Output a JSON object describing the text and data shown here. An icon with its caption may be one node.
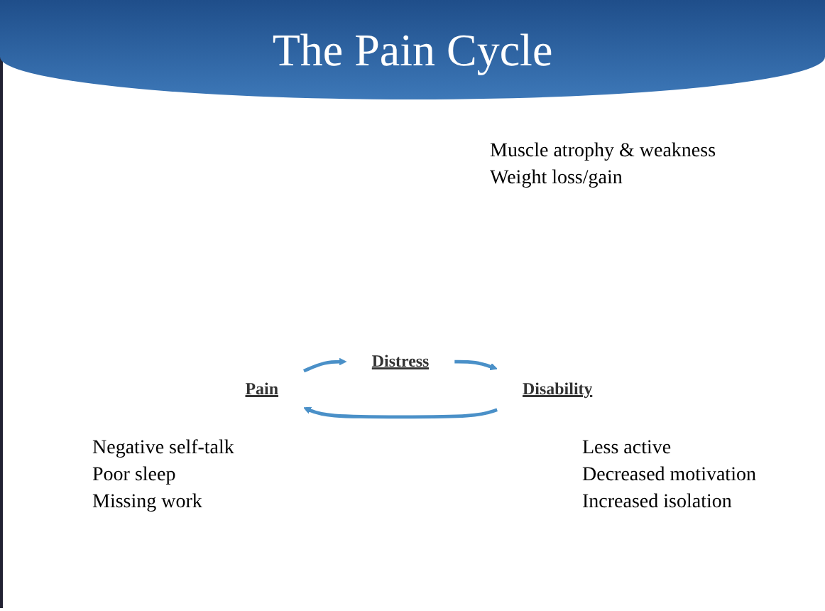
{
  "diagram": {
    "title": "The Pain Cycle",
    "nodes": [
      {
        "text": [
          "Pain"
        ]
      },
      {
        "text": [
          "Disability"
        ]
      },
      {
        "text": [
          "Distress"
        ]
      }
    ],
    "edges": [
      {
        "from": 1,
        "to": 0,
        "arrow": "to"
      },
      {
        "from": 0,
        "to": 2,
        "arrow": "to"
      },
      {
        "from": 2,
        "to": 1,
        "arrow": "to"
      }
    ],
    "labels": [
      "Muscle atrophy & weakness",
      "Weight loss/gain",
      "Negative self-talk",
      "Poor sleep",
      "Missing work",
      "Less active",
      "Decreased motivation",
      "Increased isolation"
    ]
  }
}
